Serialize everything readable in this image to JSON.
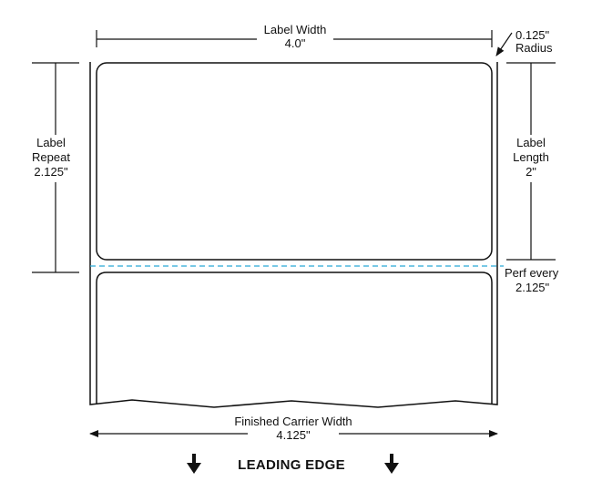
{
  "dimensions": {
    "label_width": {
      "title": "Label Width",
      "value": "4.0\""
    },
    "corner_radius": {
      "value": "0.125\"",
      "title": "Radius"
    },
    "label_repeat": {
      "line1": "Label",
      "line2": "Repeat",
      "value": "2.125\""
    },
    "label_length": {
      "line1": "Label",
      "line2": "Length",
      "value": "2\""
    },
    "perf": {
      "line1": "Perf every",
      "value": "2.125\""
    },
    "carrier_width": {
      "title": "Finished Carrier Width",
      "value": "4.125\""
    }
  },
  "footer": {
    "leading_edge": "LEADING EDGE"
  },
  "colors": {
    "perforation": "#29a9d6",
    "stroke": "#111111"
  }
}
